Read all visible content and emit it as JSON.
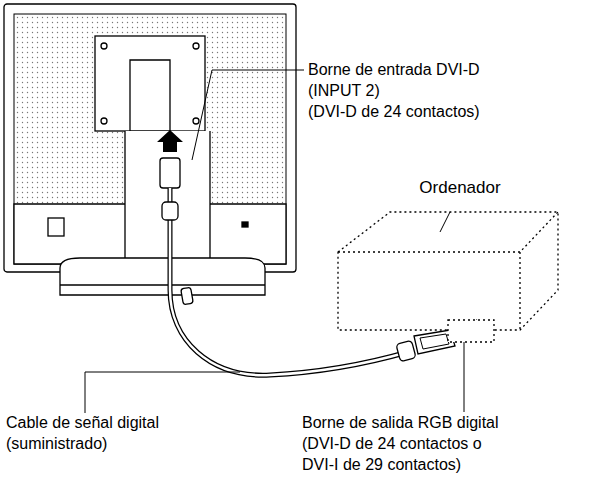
{
  "diagram": {
    "nodes": [
      {
        "text": [
          "Ordenador"
        ]
      }
    ],
    "labels": [
      "Borne de entrada DVI-D",
      "(INPUT 2)",
      "(DVI-D de 24 contactos)",
      "Cable de señal digital",
      "(suministrado)",
      "Borne de salida RGB digital",
      "(DVI-D de 24 contactos o",
      "DVI-I de 29 contactos)"
    ]
  }
}
